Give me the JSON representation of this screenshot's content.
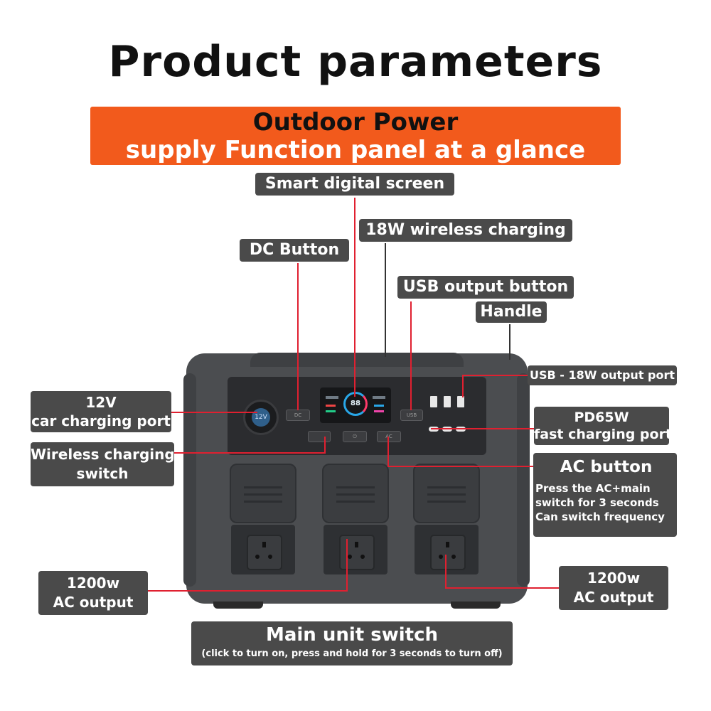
{
  "title": "Product parameters",
  "banner": {
    "line1": "Outdoor Power",
    "line2": "supply Function panel at a glance"
  },
  "labels": {
    "smart_screen": "Smart digital screen",
    "wireless_18w": "18W wireless charging",
    "dc_button": "DC Button",
    "usb_output_button": "USB output button",
    "handle": "Handle",
    "usb_18w_port": "USB - 18W output port",
    "car_port_line1": "12V",
    "car_port_line2": "car charging port",
    "pd65w_line1": "PD65W",
    "pd65w_line2": "fast charging port",
    "wireless_switch_line1": "Wireless charging",
    "wireless_switch_line2": "switch",
    "ac_button": "AC button",
    "ac_note_line1": "Press the AC+main",
    "ac_note_line2": "switch for 3 seconds",
    "ac_note_line3": "Can switch frequency",
    "ac_output_left_line1": "1200w",
    "ac_output_left_line2": "AC output",
    "ac_output_right_line1": "1200w",
    "ac_output_right_line2": "AC output",
    "main_switch": "Main unit switch",
    "main_switch_note": "(click to turn on, press and hold for 3 seconds to turn off)"
  },
  "device": {
    "car_socket_text": "12V",
    "dc_button_text": "DC",
    "usb_button_text": "USB",
    "ac_button_text": "AC",
    "screen_readout": "88"
  },
  "colors": {
    "banner": "#f25a1c",
    "label_bg": "#4a4a4a",
    "leader_line": "#e02030",
    "device_body": "#4b4d50"
  }
}
